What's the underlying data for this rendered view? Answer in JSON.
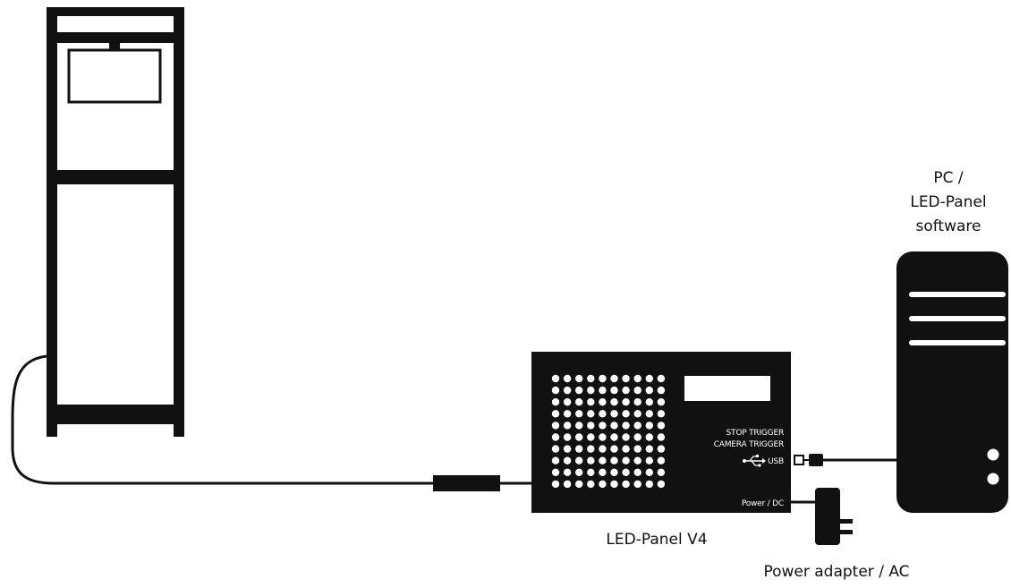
{
  "colors": {
    "ink": "#111111",
    "paper": "#ffffff"
  },
  "labels": {
    "pc_line1": "PC /",
    "pc_line2": "LED-Panel",
    "pc_line3": "software",
    "panel": "LED-Panel V4",
    "adapter": "Power adapter / AC"
  },
  "panel_ports": {
    "stop_trigger": "STOP TRIGGER",
    "camera_trigger": "CAMERA TRIGGER",
    "usb": "USB",
    "power": "Power / DC"
  },
  "icons": [
    "usb-icon"
  ],
  "panel_led_grid": {
    "rows": 10,
    "cols": 10
  }
}
